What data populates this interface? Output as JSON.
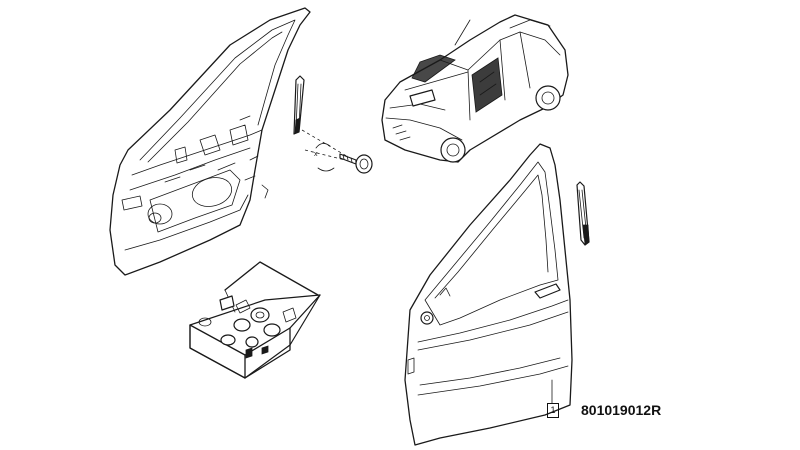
{
  "diagram": {
    "part_number": "801019012R",
    "callout_number": "1",
    "screw_marker": "x"
  }
}
